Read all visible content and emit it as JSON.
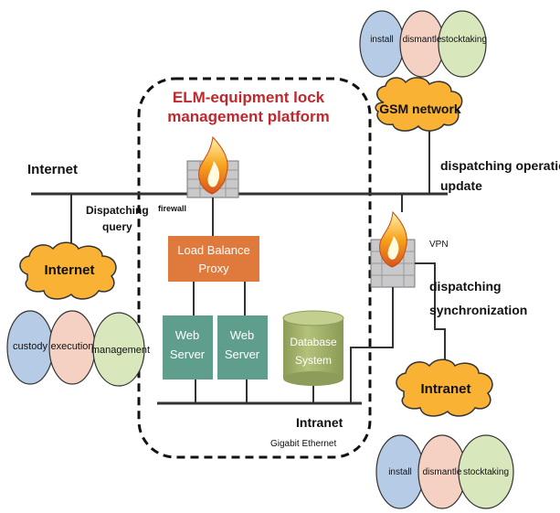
{
  "platform": {
    "title_line1": "ELM-equipment lock",
    "title_line2": "management platform"
  },
  "labels": {
    "internet_line": "Internet",
    "dispatching_query_1": "Dispatching",
    "dispatching_query_2": "query",
    "firewall": "firewall",
    "vpn": "VPN",
    "dispatching_operation": "dispatching operation",
    "update": "update",
    "dispatching_synchronization_1": "dispatching",
    "dispatching_synchronization_2": "synchronization",
    "intranet_bus": "Intranet",
    "gigabit": "Gigabit Ethernet"
  },
  "servers": {
    "load_balance_1": "Load Balance",
    "load_balance_2": "Proxy",
    "web1_line1": "Web",
    "web1_line2": "Server",
    "web2_line1": "Web",
    "web2_line2": "Server",
    "db_line1": "Database",
    "db_line2": "System"
  },
  "clouds": {
    "internet": "Internet",
    "gsm": "GSM network",
    "intranet": "Intranet"
  },
  "circles": {
    "left": [
      "custody",
      "execution",
      "management"
    ],
    "top_right": [
      "install",
      "dismantle",
      "stocktaking"
    ],
    "bottom_right": [
      "install",
      "dismantle",
      "stocktaking"
    ]
  },
  "colors": {
    "title_red": "#c0282d",
    "cloud_fill": "#f9b234",
    "load_balance": "#e07a3c",
    "web_server": "#5f9e8c",
    "database": "#a3b36c",
    "circle_blue": "#b6cbe6",
    "circle_pink": "#f5d1c4",
    "circle_green": "#d9e8bc"
  }
}
